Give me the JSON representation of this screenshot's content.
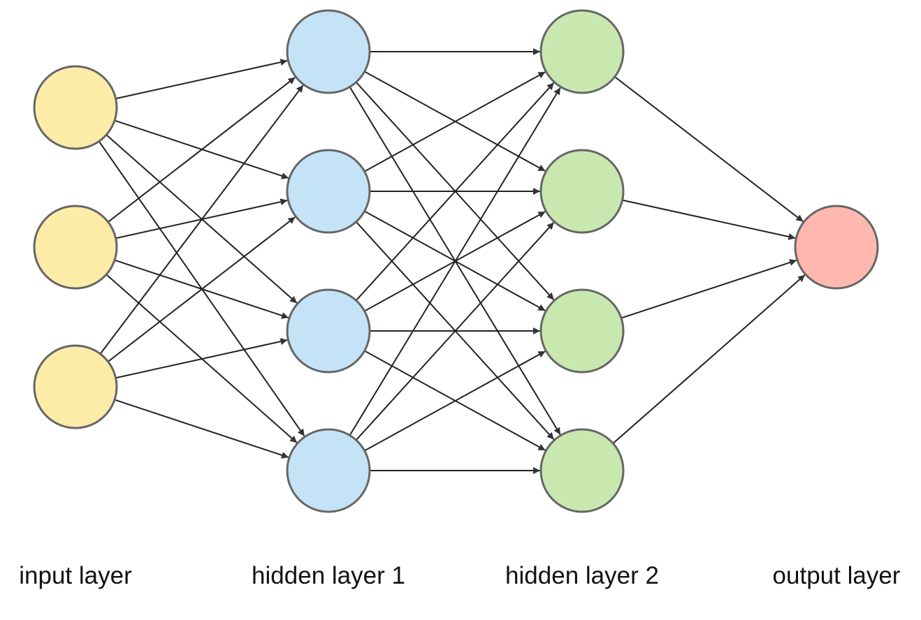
{
  "diagram": {
    "type": "feedforward-neural-network",
    "node_style": {
      "stroke": "#666666",
      "edge_color": "#222222",
      "arrow_color": "#333333"
    },
    "layers": [
      {
        "id": "input",
        "label": "input layer",
        "nodes": 3,
        "fill": "#FDEBA8"
      },
      {
        "id": "hidden1",
        "label": "hidden layer 1",
        "nodes": 4,
        "fill": "#C5E3F6"
      },
      {
        "id": "hidden2",
        "label": "hidden layer 2",
        "nodes": 4,
        "fill": "#C8E8B0"
      },
      {
        "id": "output",
        "label": "output layer",
        "nodes": 1,
        "fill": "#FEB8B0"
      }
    ],
    "connections": "fully-connected between consecutive layers, directed left to right"
  }
}
